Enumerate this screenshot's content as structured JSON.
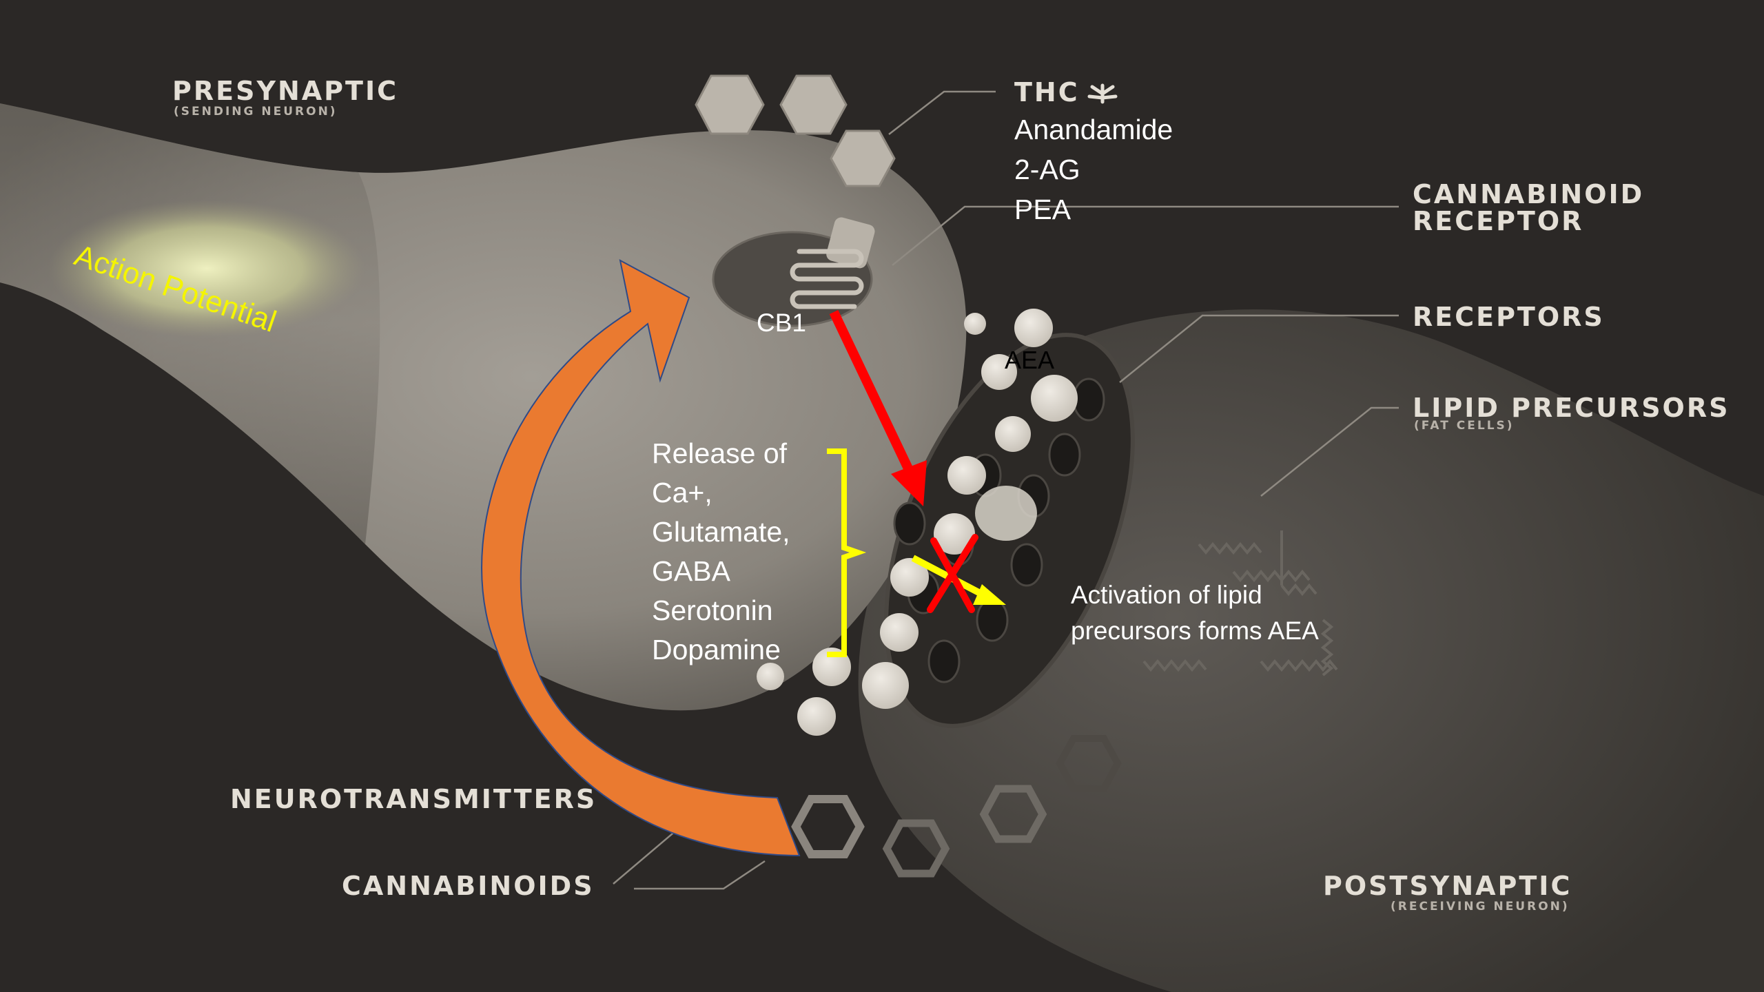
{
  "labels": {
    "presynaptic": "PRESYNAPTIC",
    "presynaptic_sub": "(SENDING NEURON)",
    "thc": "THC",
    "anandamide": "Anandamide",
    "two_ag": "2-AG",
    "pea": "PEA",
    "cannabinoid_receptor_1": "CANNABINOID",
    "cannabinoid_receptor_2": "RECEPTOR",
    "receptors": "RECEPTORS",
    "lipid_precursors": "LIPID PRECURSORS",
    "lipid_precursors_sub": "(FAT CELLS)",
    "action_potential": "Action Potential",
    "cb1": "CB1",
    "aea": "AEA",
    "release_lines": [
      "Release of",
      "Ca+,",
      "Glutamate,",
      "GABA",
      "Serotonin",
      "Dopamine"
    ],
    "activation_lines": [
      "Activation of lipid",
      "precursors forms AEA"
    ],
    "neurotransmitters": "NEUROTRANSMITTERS",
    "cannabinoids": "CANNABINOIDS",
    "postsynaptic": "POSTSYNAPTIC",
    "postsynaptic_sub": "(RECEIVING NEURON)"
  },
  "icons": {
    "thc": "cannabis-leaf-icon"
  },
  "colors": {
    "background": "#2b2826",
    "neuron": "#8a857d",
    "label": "#e4dfd6",
    "action_potential": "#f5f500",
    "red_arrow": "#ff0000",
    "orange_arrow": "#ea7a30",
    "bracket": "#ffff00"
  }
}
